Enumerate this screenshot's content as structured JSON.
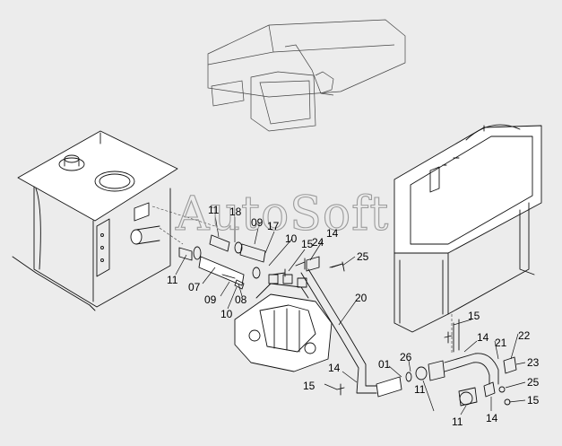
{
  "watermark": "AutoSoft",
  "labels": [
    {
      "id": "p11a",
      "text": "11"
    },
    {
      "id": "p18",
      "text": "18"
    },
    {
      "id": "p09a",
      "text": "09"
    },
    {
      "id": "p17",
      "text": "17"
    },
    {
      "id": "p10a",
      "text": "10"
    },
    {
      "id": "p15a",
      "text": "15"
    },
    {
      "id": "p24",
      "text": "24"
    },
    {
      "id": "p25a",
      "text": "25"
    },
    {
      "id": "p11b",
      "text": "11"
    },
    {
      "id": "p07",
      "text": "07"
    },
    {
      "id": "p09b",
      "text": "09"
    },
    {
      "id": "p08",
      "text": "08"
    },
    {
      "id": "p10b",
      "text": "10"
    },
    {
      "id": "p20",
      "text": "20"
    },
    {
      "id": "p15b",
      "text": "15"
    },
    {
      "id": "p14a",
      "text": "14"
    },
    {
      "id": "p21",
      "text": "21"
    },
    {
      "id": "p22",
      "text": "22"
    },
    {
      "id": "p26",
      "text": "26"
    },
    {
      "id": "p01",
      "text": "01"
    },
    {
      "id": "p14b",
      "text": "14"
    },
    {
      "id": "p23",
      "text": "23"
    },
    {
      "id": "p25b",
      "text": "25"
    },
    {
      "id": "p15c",
      "text": "15"
    },
    {
      "id": "p11c",
      "text": "11"
    },
    {
      "id": "p11d",
      "text": "11"
    },
    {
      "id": "p14c",
      "text": "14"
    },
    {
      "id": "p15d",
      "text": "15"
    },
    {
      "id": "p14d",
      "text": "14"
    }
  ]
}
